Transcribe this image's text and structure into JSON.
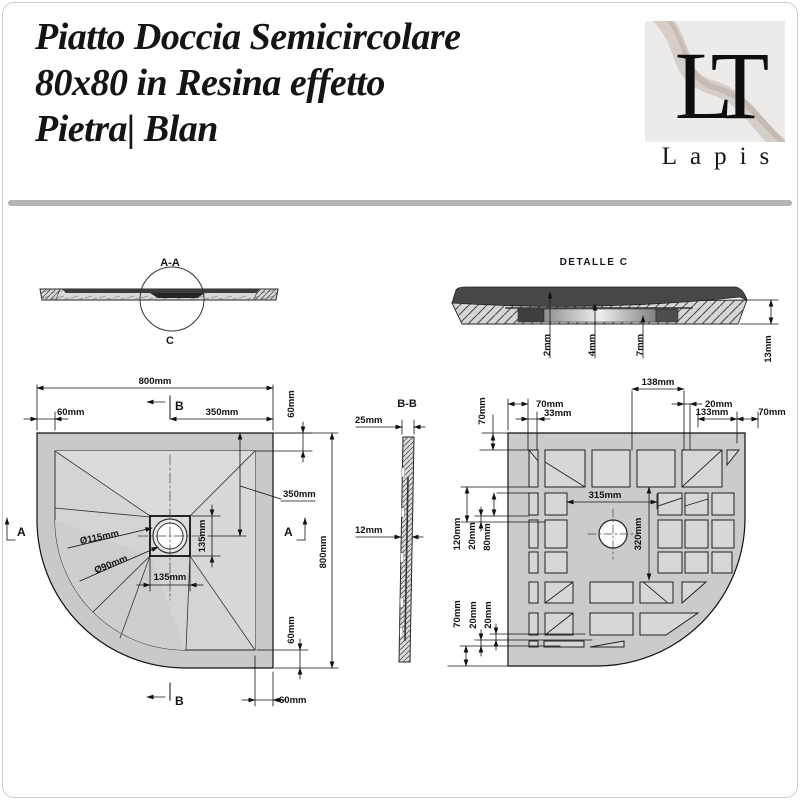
{
  "header": {
    "title_lines": [
      "Piatto Doccia Semicircolare",
      "80x80 in Resina effetto",
      "Pietra| Blan"
    ]
  },
  "logo": {
    "monogram": "LT",
    "brand": "Lapis"
  },
  "section_aa": {
    "label": "A-A",
    "detail_ref": "C"
  },
  "detail_c": {
    "title": "DETALLE  C",
    "dim_2mm": "2mm",
    "dim_4mm": "4mm",
    "dim_7mm": "7mm",
    "dim_13mm": "13mm"
  },
  "plan": {
    "dim_width": "800mm",
    "dim_height": "800mm",
    "dim_rim_top_left": "60mm",
    "dim_rim_top_right": "60mm",
    "dim_rim_bottom_v": "60mm",
    "dim_rim_bottom_h": "60mm",
    "dim_center_x": "350mm",
    "dim_center_y": "350mm",
    "dim_drain_w": "135mm",
    "dim_drain_h": "135mm",
    "dim_drain_outer": "Ø115mm",
    "dim_drain_inner": "Ø90mm",
    "marker_a": "A",
    "marker_b": "B"
  },
  "section_bb": {
    "label": "B-B",
    "dim_thickness_top": "25mm",
    "dim_thickness_mid": "12mm"
  },
  "bottom_view": {
    "dim_138": "138mm",
    "dim_70_top_left": "70mm",
    "dim_33": "33mm",
    "dim_20_top_right": "20mm",
    "dim_133": "133mm",
    "dim_70_far_right": "70mm",
    "dim_70_left": "70mm",
    "dim_120": "120mm",
    "dim_20_left": "20mm",
    "dim_80": "80mm",
    "dim_315": "315mm",
    "dim_320": "320mm",
    "dim_70_bottom_left": "70mm",
    "dim_20_bottom_1": "20mm",
    "dim_20_bottom_2": "20mm"
  },
  "colors": {
    "ink": "#121212",
    "tray_fill": "#d2d2d2",
    "dark_band": "#474747",
    "divider": "#b4b4b4"
  }
}
